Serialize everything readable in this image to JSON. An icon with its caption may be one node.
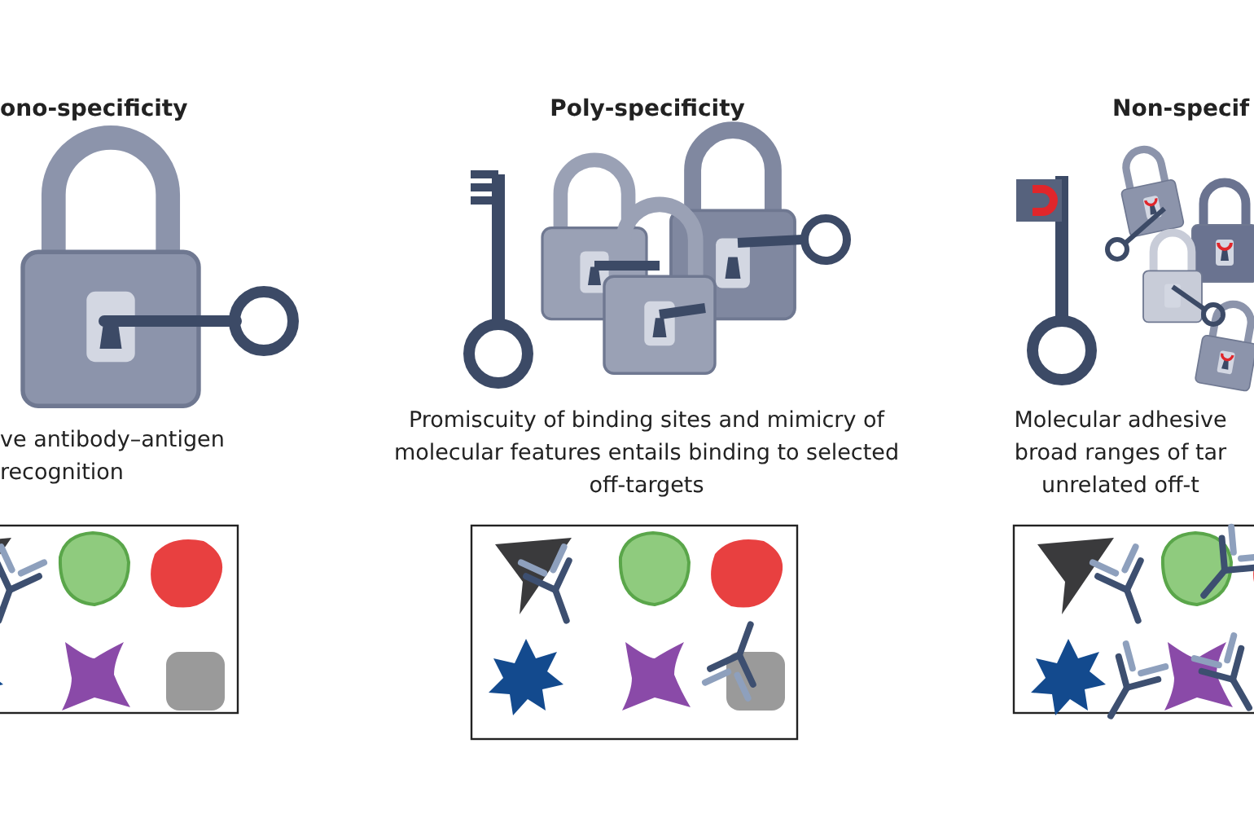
{
  "diagram": {
    "labels": [
      "ono-specificity",
      "Poly-specificity",
      "Non-specif",
      "ve antibody–antigen recognition",
      "Promiscuity of binding sites and mimicry of molecular features entails binding to selected off-targets",
      "Molecular adhesive broad ranges of tar unrelated off-t"
    ]
  }
}
